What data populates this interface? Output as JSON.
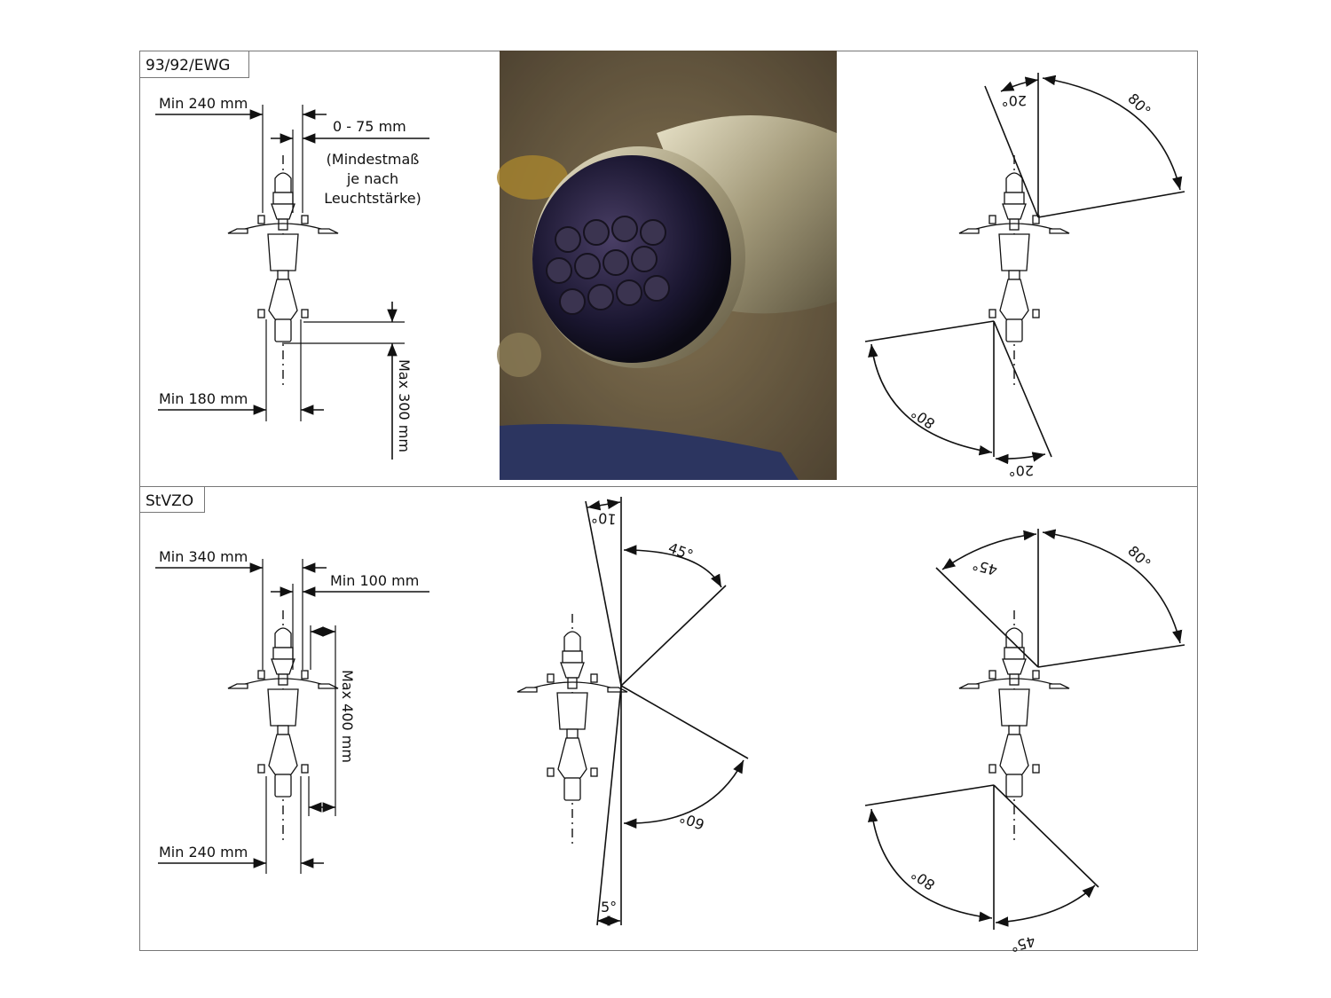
{
  "top_section": {
    "label": "93/92/EWG",
    "left": {
      "min_width_front": "Min 240 mm",
      "offset": "0 - 75 mm",
      "note_line1": "(Mindestmaß",
      "note_line2": "je nach",
      "note_line3": "Leuchtstärke)",
      "min_width_rear": "Min 180 mm",
      "max_distance": "Max 300 mm"
    },
    "right": {
      "front_inner": "20°",
      "front_outer": "80°",
      "rear_outer": "80°",
      "rear_inner": "20°"
    }
  },
  "bottom_section": {
    "label": "StVZO",
    "left": {
      "min_width_front": "Min 340 mm",
      "offset": "Min 100 mm",
      "max_distance": "Max 400 mm",
      "min_width_rear": "Min 240 mm"
    },
    "middle": {
      "up_angle": "10°",
      "front_angle": "45°",
      "rear_angle": "60°",
      "down_angle": "5°"
    },
    "right": {
      "front_inner": "45°",
      "front_outer": "80°",
      "rear_outer": "80°",
      "rear_inner": "45°"
    }
  }
}
